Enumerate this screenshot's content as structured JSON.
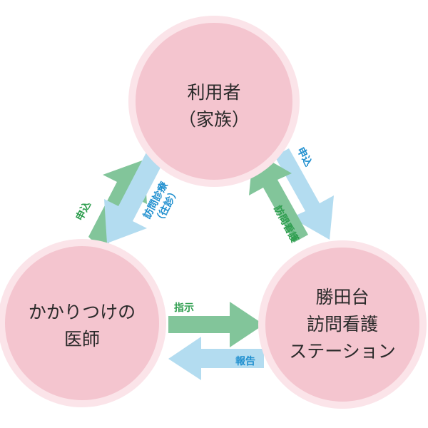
{
  "colors": {
    "node_fill": "#f4c5cf",
    "node_ring": "#fbe4e9",
    "arrow_green": "#82c59a",
    "arrow_blue": "#b3dcf0",
    "label_green": "#2f9e4f",
    "label_blue": "#1f8fcf",
    "node_text": "#2a2a2a"
  },
  "nodes": {
    "user": {
      "lines": [
        "利用者",
        "（家族）"
      ]
    },
    "doctor": {
      "lines": [
        "かかりつけの",
        "医師"
      ]
    },
    "station": {
      "lines": [
        "勝田台",
        "訪問看護",
        "ステーション"
      ]
    }
  },
  "labels": {
    "doctor_to_user": "申込",
    "user_to_doctor": [
      "訪問診療",
      "（往診）"
    ],
    "user_to_station": "申込",
    "station_to_user": "訪問看護",
    "doctor_to_station": "指示",
    "station_to_doctor": "報告"
  }
}
